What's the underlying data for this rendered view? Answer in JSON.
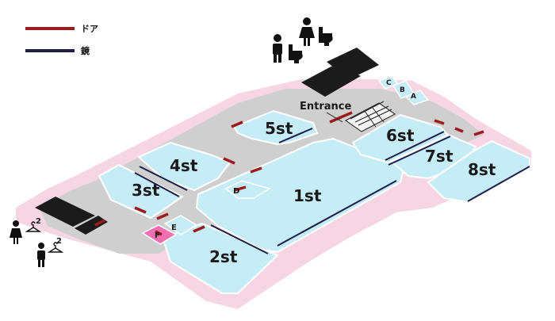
{
  "legend": [
    {
      "label": "ドア",
      "color": "#9b1b1f"
    },
    {
      "label": "鏡",
      "color": "#1d1f4a"
    }
  ],
  "labels": {
    "entrance": "Entrance",
    "rooms": {
      "r1": "1st",
      "r2": "2st",
      "r3": "3st",
      "r4": "4st",
      "r5": "5st",
      "r6": "6st",
      "r7": "7st",
      "r8": "8st"
    },
    "spots": {
      "A": "A",
      "B": "B",
      "C": "C",
      "D": "D",
      "E": "E",
      "F": "F"
    },
    "fitting_counts": {
      "upper": "2",
      "lower": "2"
    }
  },
  "colors": {
    "floor_border": "#f7d6e3",
    "corridor": "#cfcfcf",
    "room": "#c6ecf7",
    "room_stroke": "#ffffff",
    "door": "#9b1b1f",
    "mirror": "#1d1f4a",
    "restroom": "#1b1b1b",
    "pink_spot": "#f06fb0"
  },
  "icons": [
    "female-toilet-icon",
    "male-toilet-icon",
    "toilet-bowl-icon",
    "hanger-icon",
    "stairs-icon"
  ]
}
